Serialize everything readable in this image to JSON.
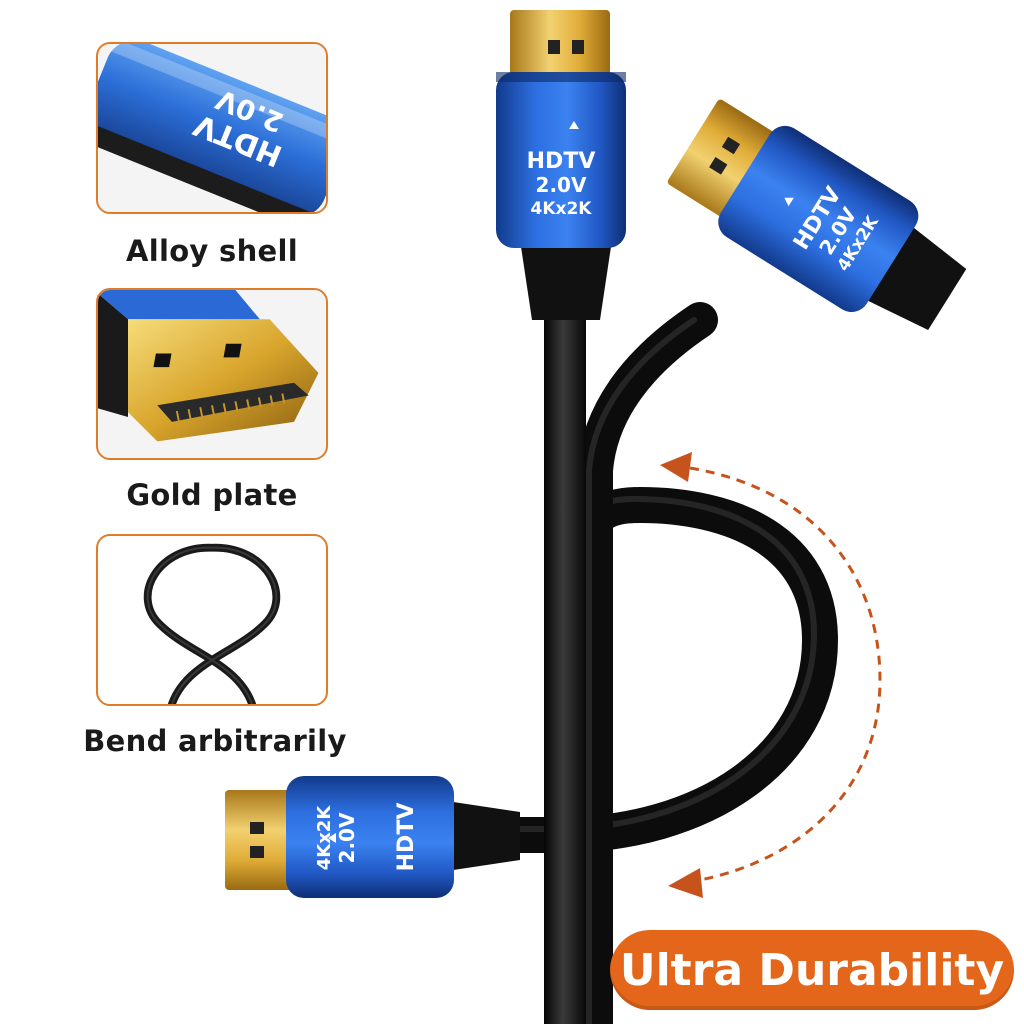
{
  "features": [
    {
      "label": "Alloy shell",
      "icon": "alloy-shell-closeup"
    },
    {
      "label": "Gold plate",
      "icon": "gold-plated-connector-closeup"
    },
    {
      "label": "Bend arbitrarily",
      "icon": "looped-cable"
    }
  ],
  "connector_text": {
    "line1": "HDTV",
    "line2": "2.0V",
    "line3": "4Kx2K"
  },
  "badge": {
    "label": "Ultra Durability",
    "color": "#e4661a"
  },
  "colors": {
    "accent_orange": "#e07b2a",
    "connector_blue": "#1f5fd6",
    "cable_black": "#151515",
    "gold": "#e2b23a"
  },
  "icons": [
    "bend-arrow-icon",
    "triangle-marker-icon"
  ]
}
